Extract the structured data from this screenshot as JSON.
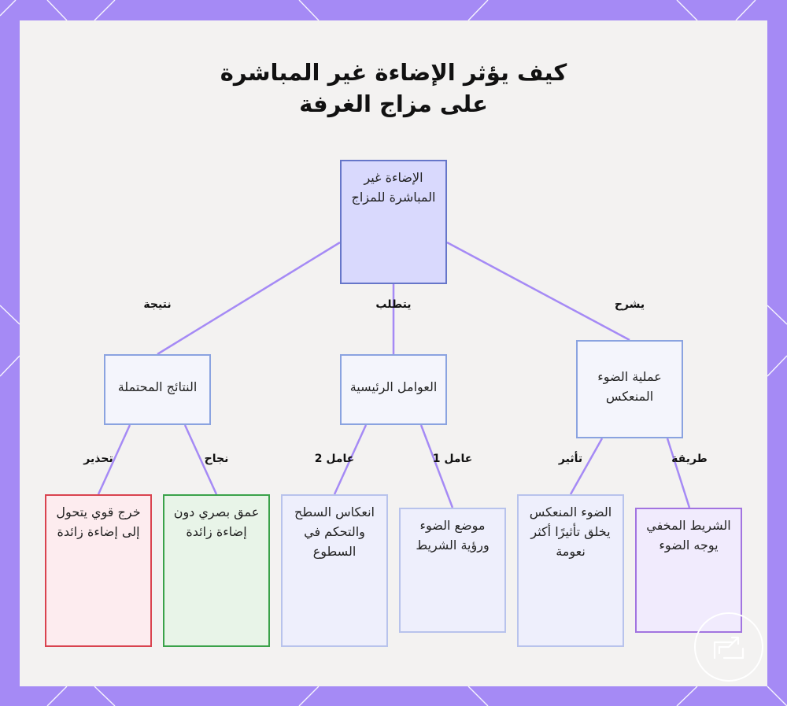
{
  "title": {
    "line1": "كيف يؤثر الإضاءة غير المباشرة",
    "line2": "على مزاج الغرفة"
  },
  "nodes": {
    "root": "الإضاءة غير المباشرة للمزاج",
    "outcomes": "النتائج المحتملة",
    "factors": "العوامل الرئيسية",
    "reflected": "عملية الضوء المنعكس",
    "warning_result": "خرج قوي يتحول إلى إضاءة زائدة",
    "success_result": "عمق بصري دون إضاءة زائدة",
    "factor2_result": "انعكاس السطح والتحكم في السطوع",
    "factor1_result": "موضع الضوء ورؤية الشريط",
    "effect_result": "الضوء المنعكس يخلق تأثيرًا أكثر نعومة",
    "method_result": "الشريط المخفي يوجه الضوء"
  },
  "edge_labels": {
    "result": "نتيجة",
    "requires": "يتطلب",
    "explains": "يشرح",
    "warning": "تحذير",
    "success": "نجاح",
    "factor2": "عامل 2",
    "factor1": "عامل 1",
    "effect": "تأثير",
    "method": "طريقة"
  },
  "colors": {
    "frame": "#a58af5",
    "edge": "#a58af5",
    "root_fill": "#d9d9fd",
    "root_border": "#6676c9",
    "mid_border": "#8aa3e0",
    "warning_fill": "#fdecef",
    "warning_border": "#d9434f",
    "success_fill": "#e8f4e8",
    "success_border": "#3aa24a",
    "info_fill": "#eeeffc",
    "info_border": "#b8c3ec",
    "method_fill": "#f1ebfd",
    "method_border": "#a274e0"
  },
  "icons": {
    "logo": "logo-icon"
  }
}
